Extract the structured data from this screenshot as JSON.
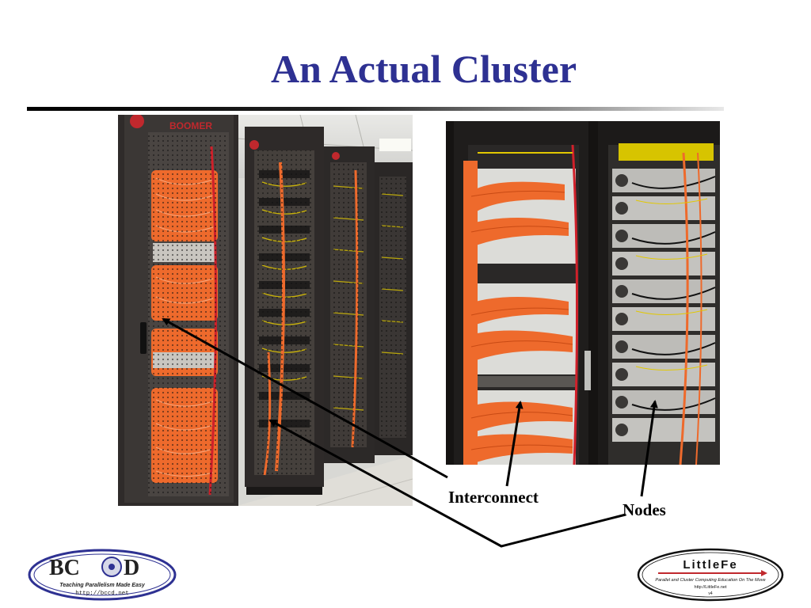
{
  "slide": {
    "title": "An Actual Cluster"
  },
  "labels": {
    "interconnect": "Interconnect",
    "nodes": "Nodes"
  },
  "photos": {
    "left_rack_brand": "BOOMER"
  },
  "logos": {
    "bccd": {
      "main": "BC D",
      "tagline": "Teaching Parallelism Made Easy",
      "url": "http://bccd.net"
    },
    "littlefe": {
      "main": "LittleFe",
      "tagline": "Parallel and Cluster Computing Education On The Move",
      "url": "http://LittleFe.net",
      "version": "v4"
    }
  },
  "colors": {
    "title": "#2e3192",
    "logo_ring": "#2e3192",
    "littlefe_arrow": "#c0282d",
    "cable_orange": "#ee6a2c"
  }
}
